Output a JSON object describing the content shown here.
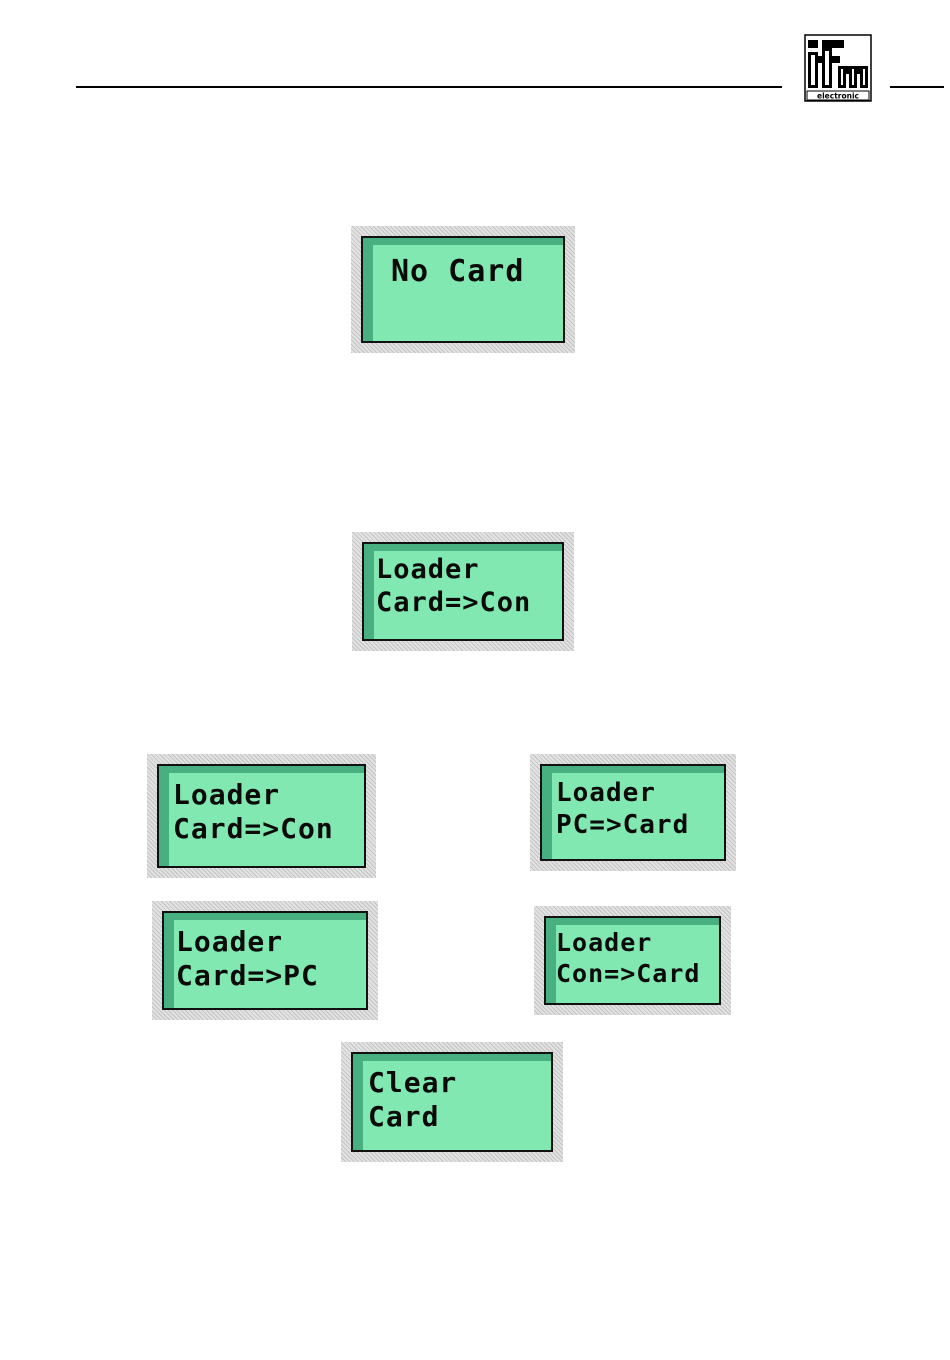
{
  "header": {
    "logo_text_top": "ifm",
    "logo_text_bottom": "electronic"
  },
  "displays": {
    "no_card": [
      "No Card",
      ""
    ],
    "loader_main": [
      "Loader",
      "Card=>Con"
    ],
    "loader_card_con": [
      "Loader",
      "Card=>Con"
    ],
    "loader_pc_card": [
      "Loader",
      "PC=>Card"
    ],
    "loader_card_pc": [
      "Loader",
      "Card=>PC"
    ],
    "loader_con_card": [
      "Loader",
      "Con=>Card"
    ],
    "clear_card": [
      "Clear",
      "Card"
    ]
  },
  "colors": {
    "lcd_background": "#80e8b0",
    "lcd_shadow": "#48b080",
    "lcd_text": "#0a0a0a",
    "frame": "#d4d4d4"
  }
}
